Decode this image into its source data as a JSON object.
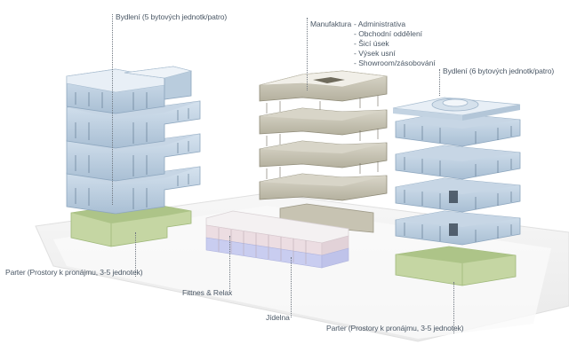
{
  "diagram": {
    "type": "architectural-axonometric",
    "colors": {
      "residential_floors": "#b7cbde",
      "residential_glass": "#5f7890",
      "manufacture_floors": "#c9c5b4",
      "manufacture_dark": "#6f6b5c",
      "ground_retail": "#c5d6a3",
      "ground_retail_dark": "#9fb87a",
      "fitness_upper": "#ecdde2",
      "dining_lower": "#c9cdf0",
      "site_plane": "#f2f2f2",
      "label_text": "#4b5866",
      "leader_line": "#6f7780"
    },
    "labels": {
      "left_tower": "Bydlení (5 bytových jednotk/patro)",
      "center_tower_title": "Manufaktura",
      "center_tower_items": [
        "- Administrativa",
        "- Obchodní oddělení",
        "- Šicí úsek",
        "- Výsek usní",
        "- Showroom/zásobování"
      ],
      "right_tower": "Bydlení (6 bytových jednotk/patro)",
      "left_ground": "Parter (Prostory k pronájmu, 3-5 jednotek)",
      "fitness": "Fittnes & Relax",
      "dining": "Jídelna",
      "right_ground": "Parter (Prostory k pronájmu, 3-5 jednotek)"
    }
  }
}
